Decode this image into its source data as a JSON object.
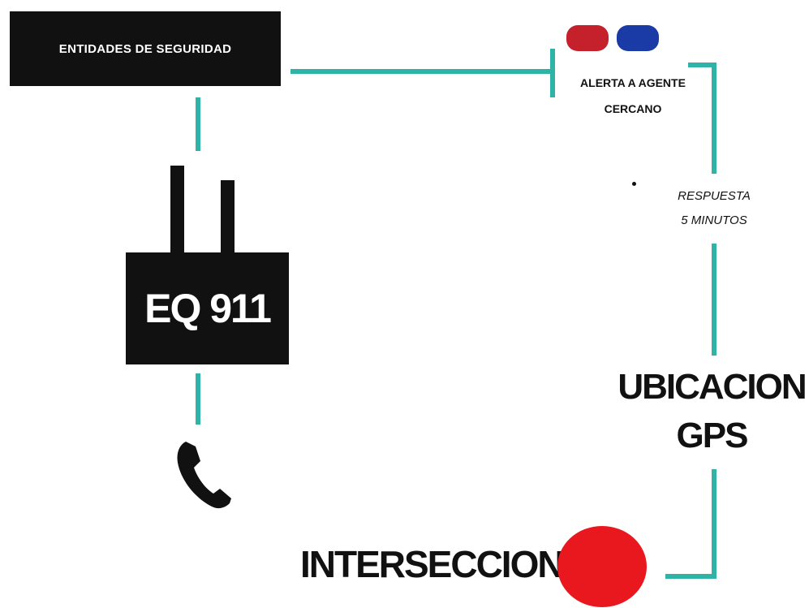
{
  "nodes": {
    "entities": "ENTIDADES DE SEGURIDAD",
    "eq911": "EQ 911",
    "alert_line1": "ALERTA A AGENTE",
    "alert_line2": "CERCANO",
    "response_line1": "RESPUESTA",
    "response_line2": "5 MINUTOS",
    "gps_line1": "UBICACION",
    "gps_line2": "GPS",
    "intersection": "INTERSECCION"
  },
  "icons": {
    "phone": "phone-icon",
    "siren": "police-siren-icon",
    "intersection_marker": "red-circle-marker"
  },
  "colors": {
    "connector": "#2fb3a6",
    "box_fill": "#111111",
    "box_text": "#ffffff",
    "siren_red": "#c4212c",
    "siren_blue": "#1a3aa6",
    "marker_red": "#e8181e"
  }
}
